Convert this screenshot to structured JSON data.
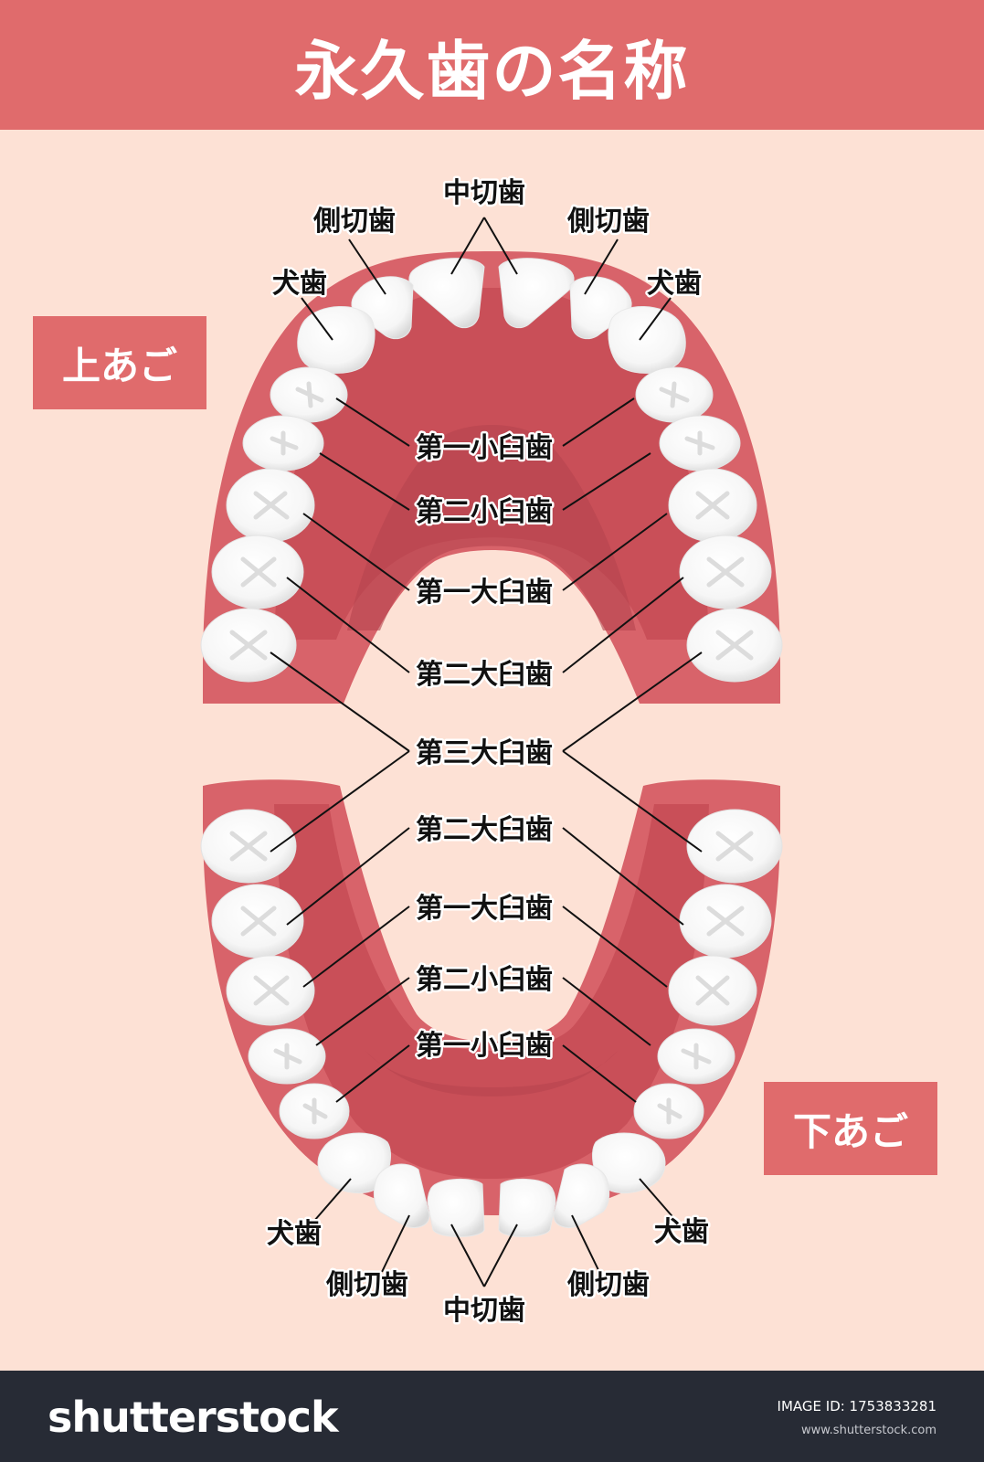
{
  "title": "永久歯の名称",
  "upper_jaw_label": "上あご",
  "lower_jaw_label": "下あご",
  "upper_labels": {
    "central_incisor": "中切歯",
    "lateral_incisor_left": "側切歯",
    "lateral_incisor_right": "側切歯",
    "canine_left": "犬歯",
    "canine_right": "犬歯",
    "first_premolar": "第一小臼歯",
    "second_premolar": "第二小臼歯",
    "first_molar": "第一大臼歯",
    "second_molar": "第二大臼歯"
  },
  "third_molar": "第三大臼歯",
  "lower_labels": {
    "second_molar": "第二大臼歯",
    "first_molar": "第一大臼歯",
    "second_premolar": "第二小臼歯",
    "first_premolar": "第一小臼歯",
    "canine_left": "犬歯",
    "canine_right": "犬歯",
    "lateral_incisor_left": "側切歯",
    "lateral_incisor_right": "側切歯",
    "central_incisor": "中切歯"
  },
  "footer": {
    "brand": "shutterstock",
    "image_id": "IMAGE ID: 1753833281",
    "url": "www.shutterstock.com"
  },
  "colors": {
    "background": "#fde1d5",
    "banner": "#e06b6c",
    "gum": "#c94f58",
    "gum_outer": "#d8636a",
    "gum_dark": "#a83d47",
    "tooth": "#ffffff",
    "footer": "#272b35"
  }
}
